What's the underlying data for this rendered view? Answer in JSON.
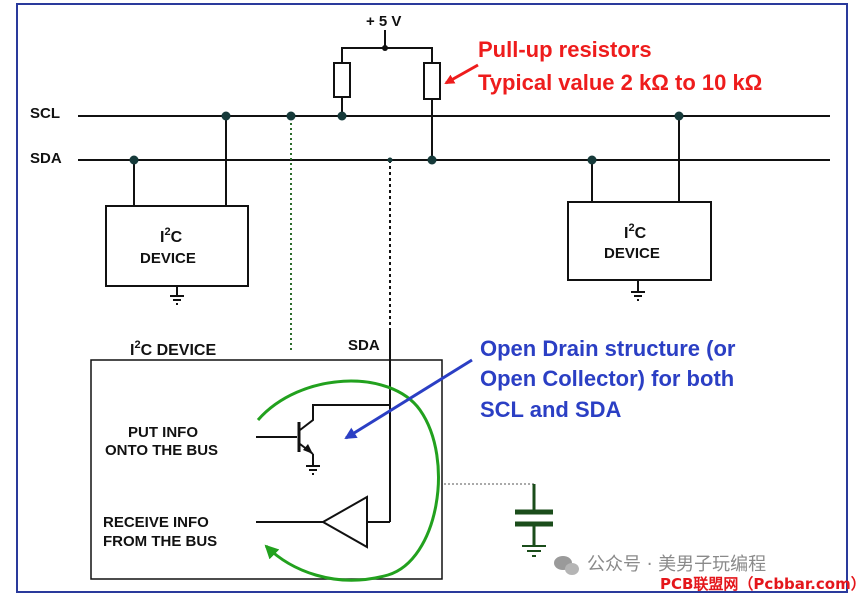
{
  "supply": {
    "label": "+ 5 V"
  },
  "buses": {
    "scl_label": "SCL",
    "sda_label": "SDA"
  },
  "pullup_note": {
    "line1": "Pull-up resistors",
    "line2": "Typical value 2 kΩ to 10 kΩ"
  },
  "device_left": {
    "label_i": "I",
    "label_sup": "2",
    "label_c": "C",
    "label_device": "DEVICE"
  },
  "device_right": {
    "label_i": "I",
    "label_sup": "2",
    "label_c": "C",
    "label_device": "DEVICE"
  },
  "device_detail": {
    "title_i": "I",
    "title_sup": "2",
    "title_c": "C  DEVICE",
    "sda_pin": "SDA",
    "put_line1": "PUT INFO",
    "put_line2": "ONTO THE BUS",
    "recv_line1": "RECEIVE INFO",
    "recv_line2": "FROM THE BUS"
  },
  "open_drain_note": {
    "line1": "Open Drain structure (or",
    "line2": "Open Collector) for both",
    "line3": "SCL and SDA"
  },
  "watermark": {
    "text": "公众号 · 美男子玩编程",
    "site": "PCB联盟网（Pcbbar.com）"
  },
  "colors": {
    "frame": "#2a3a9c",
    "wire": "#111111",
    "junction": "#163a3a",
    "note_red": "#ee1c1c",
    "note_blue": "#2b3fc4",
    "loop_green": "#22a11e",
    "cap_green": "#1b4d1b"
  }
}
